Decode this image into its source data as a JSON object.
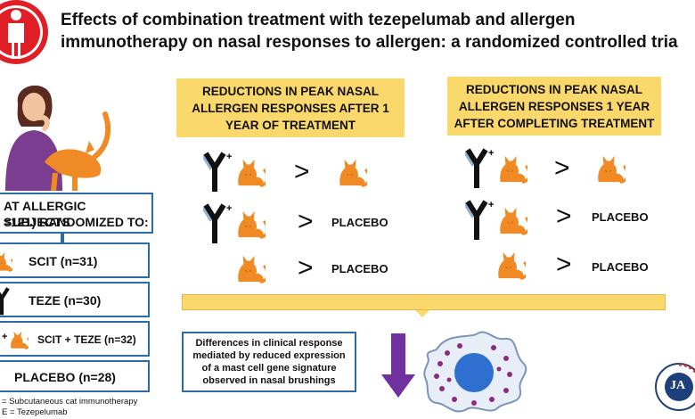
{
  "title_line1": "Effects of combination treatment with tezepelumab and allergen",
  "title_line2": "immunotherapy on nasal responses to allergen: a randomized controlled tria",
  "left": {
    "subjects_line1": "AT ALLERGIC SUBJECTS",
    "subjects_line2": "=121) RANDOMIZED TO:",
    "arms": [
      "SCIT (n=31)",
      "TEZE (n=30)",
      "SCIT + TEZE (n=32)",
      "PLACEBO (n=28)"
    ],
    "footnote1": "= Subcutaneous cat immunotherapy",
    "footnote2": "E = Tezepelumab"
  },
  "panel1": {
    "header": "REDUCTIONS IN PEAK NASAL ALLERGEN RESPONSES AFTER 1 YEAR OF TREATMENT",
    "rows": [
      {
        "op": ">",
        "right": ""
      },
      {
        "op": ">",
        "right": "PLACEBO"
      },
      {
        "op": ">",
        "right": "PLACEBO"
      }
    ]
  },
  "panel2": {
    "header": "REDUCTIONS IN PEAK NASAL ALLERGEN RESPONSES 1 YEAR AFTER COMPLETING TREATMENT",
    "rows": [
      {
        "op": ">",
        "right": ""
      },
      {
        "op": ">",
        "right": "PLACEBO"
      },
      {
        "op": ">",
        "right": "PLACEBO"
      }
    ]
  },
  "plus": "+",
  "conclusion": "Differences in clinical response mediated by reduced expression of a mast cell gene signature observed in nasal brushings",
  "journal_abbr": "JA",
  "colors": {
    "yellow": "#fbd86b",
    "blue": "#2d6aa8",
    "cat": "#f08a24",
    "arrow": "#7030a0",
    "red": "#e01e26"
  },
  "icons": [
    "person-icon",
    "woman-with-cat-illustration",
    "antibody-icon",
    "cat-icon",
    "arrow-down-icon",
    "mast-cell-illustration",
    "journal-seal-icon"
  ]
}
